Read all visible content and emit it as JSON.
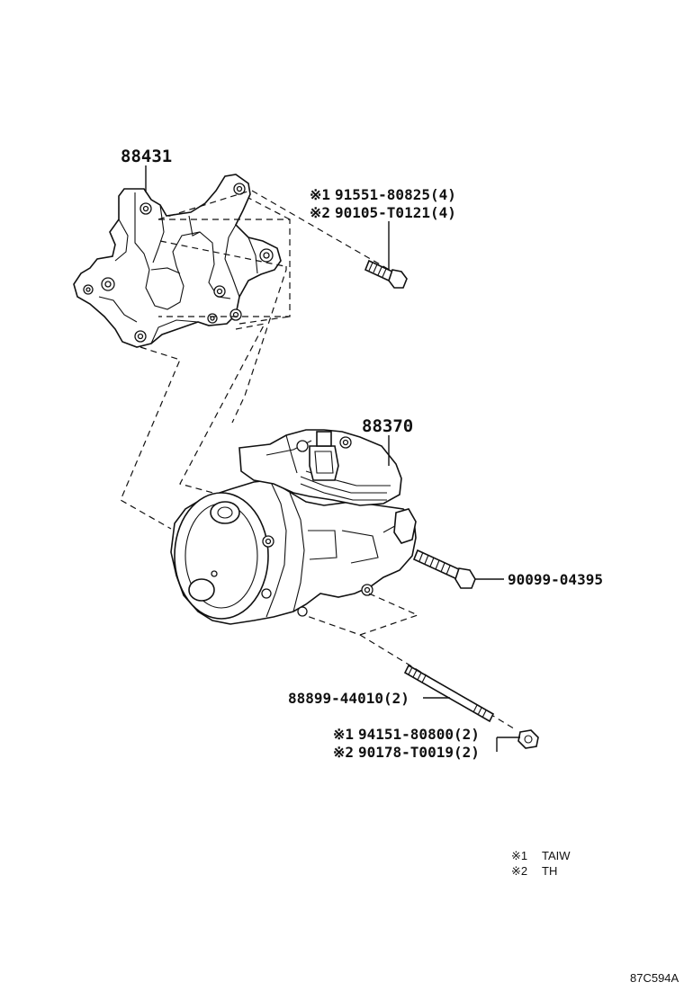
{
  "labels": {
    "bracket": "88431",
    "compressor": "88370",
    "bolt_a": "90099-04395",
    "stud": "88899-44010(2)"
  },
  "callouts": {
    "top_1": {
      "mark": "※1",
      "part": "91551-80825(4)"
    },
    "top_2": {
      "mark": "※2",
      "part": "90105-T0121(4)"
    },
    "nut_1": {
      "mark": "※1",
      "part": "94151-80800(2)"
    },
    "nut_2": {
      "mark": "※2",
      "part": "90178-T0019(2)"
    }
  },
  "legend": [
    {
      "mark": "※1",
      "text": "TAIW"
    },
    {
      "mark": "※2",
      "text": "TH"
    }
  ],
  "diagram_code": "87C594A"
}
